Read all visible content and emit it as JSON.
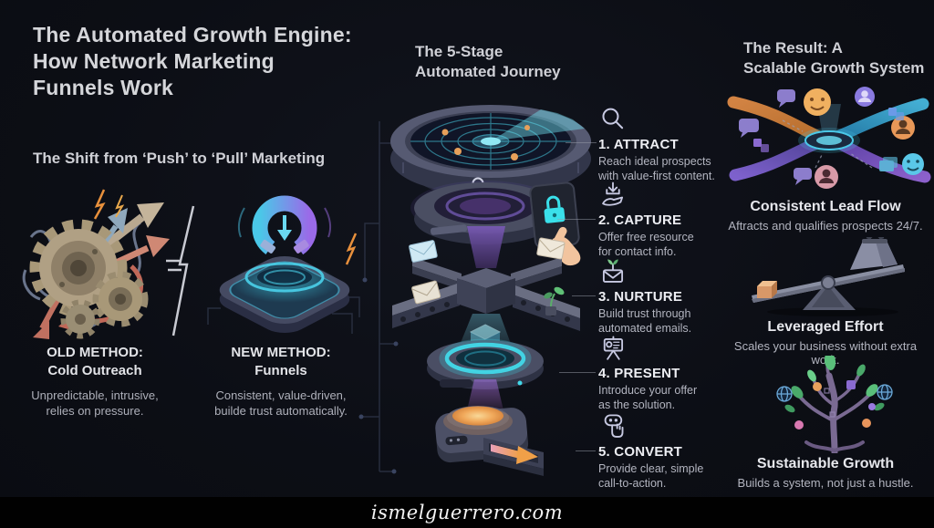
{
  "header": {
    "title": "The Automated Growth Engine:\nHow Network Marketing\nFunnels Work"
  },
  "left_section": {
    "heading": "The Shift from ‘Push’ to ‘Pull’ Marketing",
    "old_method": {
      "label": "OLD METHOD:",
      "name": "Cold Outreach",
      "description": "Unpredictable, intrusive,\nrelies on pressure.",
      "icon": "tangled-gears-illustration"
    },
    "versus_icon": "lightning-bolt-divider",
    "new_method": {
      "label": "NEW METHOD:",
      "name": "Funnels",
      "description": "Consistent, value-driven,\nbuilde trust automatically.",
      "icon": "magnet-platform-illustration"
    }
  },
  "center_section": {
    "heading": "The 5-Stage\nAutomated Journey",
    "illustration": "automated-funnel-machine",
    "stages": [
      {
        "number": "1.",
        "name": "ATTRACT",
        "description": "Reach ideal prospects\nwith value-first content.",
        "icon": "magnifier-icon"
      },
      {
        "number": "2.",
        "name": "CAPTURE",
        "description": "Offer free resource\nfor contact info.",
        "icon": "download-to-hand-icon"
      },
      {
        "number": "3.",
        "name": "NURTURE",
        "description": "Build trust through\nautomated emails.",
        "icon": "envelope-sprout-icon"
      },
      {
        "number": "4.",
        "name": "PRESENT",
        "description": "Introduce your offer\nas the solution.",
        "icon": "presentation-easel-icon"
      },
      {
        "number": "5.",
        "name": "CONVERT",
        "description": "Provide clear, simple\ncall-to-action.",
        "icon": "click-button-icon"
      }
    ]
  },
  "right_section": {
    "heading": "The Result: A\nScalable Growth System",
    "results": [
      {
        "title": "Consistent Lead Flow",
        "description": "Aftracts and qualifies prospects 24/7.",
        "icon": "lead-network-illustration"
      },
      {
        "title": "Leveraged Effort",
        "description": "Scales your business without extra work.",
        "icon": "lever-weight-illustration"
      },
      {
        "title": "Sustainable Growth",
        "description": "Builds a system, not just a hustle.",
        "icon": "circuit-tree-illustration"
      }
    ]
  },
  "footer": {
    "website": "ismelguerrero.com"
  },
  "colors": {
    "background": "#0c0e15",
    "heading_text": "#d6d7db",
    "body_text": "#b3b5c0",
    "accent_cyan": "#4ad0ea",
    "accent_purple": "#8a6ae0",
    "accent_orange": "#e8a05a",
    "footer_background": "#000000",
    "footer_text": "#f5f5f5"
  }
}
